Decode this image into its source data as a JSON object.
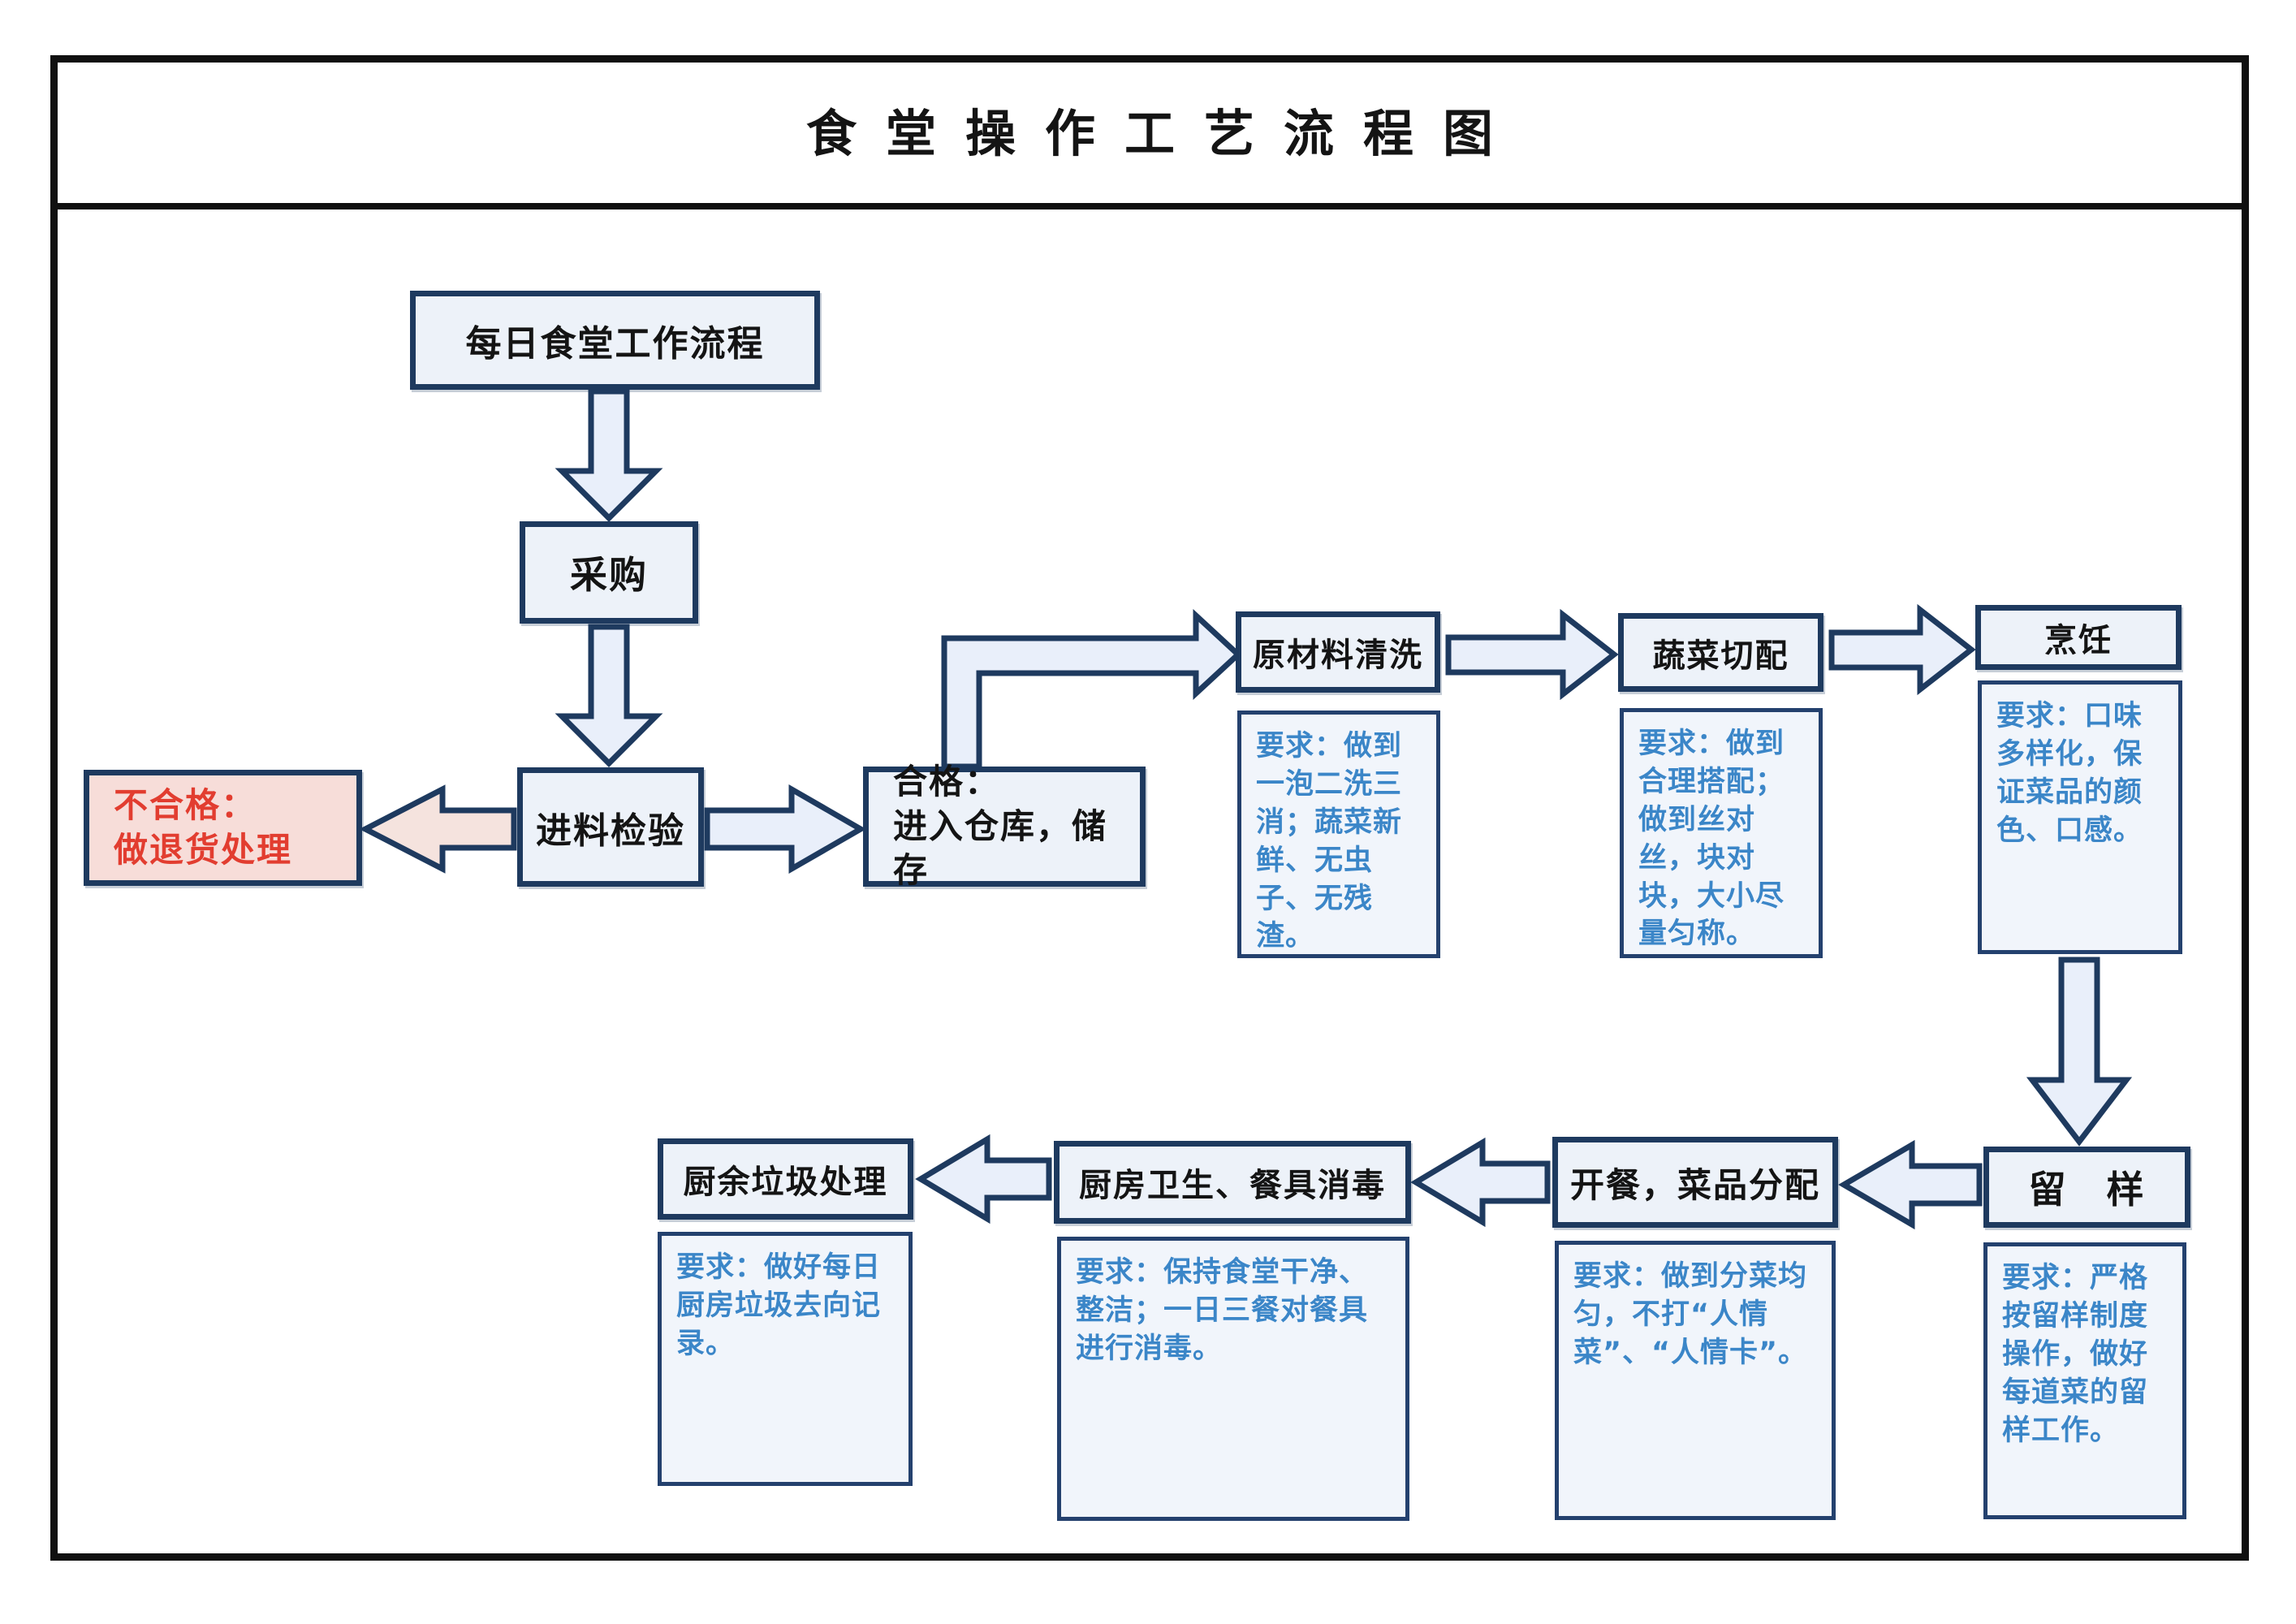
{
  "header": {
    "title": "食堂操作工艺流程图"
  },
  "nodes": {
    "daily": {
      "label": "每日食堂工作流程"
    },
    "purchase": {
      "label": "采购"
    },
    "inspection": {
      "label": "进料检验"
    },
    "reject": {
      "line1": "不合格：",
      "line2": "做退货处理"
    },
    "qualified": {
      "line1": "合格：",
      "line2": "进入仓库，储存"
    },
    "washing": {
      "label": "原材料清洗",
      "note": "要求：做到一泡二洗三消；蔬菜新鲜、无虫子、无残渣。"
    },
    "cutting": {
      "label": "蔬菜切配",
      "note": "要求：做到合理搭配；做到丝对丝，块对块，大小尽量匀称。"
    },
    "cooking": {
      "label": "烹饪",
      "note": "要求：口味多样化，保证菜品的颜色、口感。"
    },
    "sample": {
      "label": "留　样",
      "note": "要求：严格按留样制度操作，做好每道菜的留样工作。"
    },
    "serving": {
      "label": "开餐，菜品分配",
      "note": "要求：做到分菜均匀，不打“人情菜”、“人情卡”。"
    },
    "hygiene": {
      "label": "厨房卫生、餐具消毒",
      "note": "要求：保持食堂干净、整洁；一日三餐对餐具进行消毒。"
    },
    "waste": {
      "label": "厨余垃圾处理",
      "note": "要求：做好每日厨房垃圾去向记录。"
    }
  },
  "colors": {
    "box_border": "#1e3a5f",
    "box_fill": "#edf2f9",
    "note_text": "#3b86c8",
    "reject_fill": "#f7ddd9",
    "reject_text": "#e23d30",
    "arrow_fill": "#e9effa",
    "arrow_reject_fill": "#f5e3de",
    "frame_border": "#101010"
  }
}
